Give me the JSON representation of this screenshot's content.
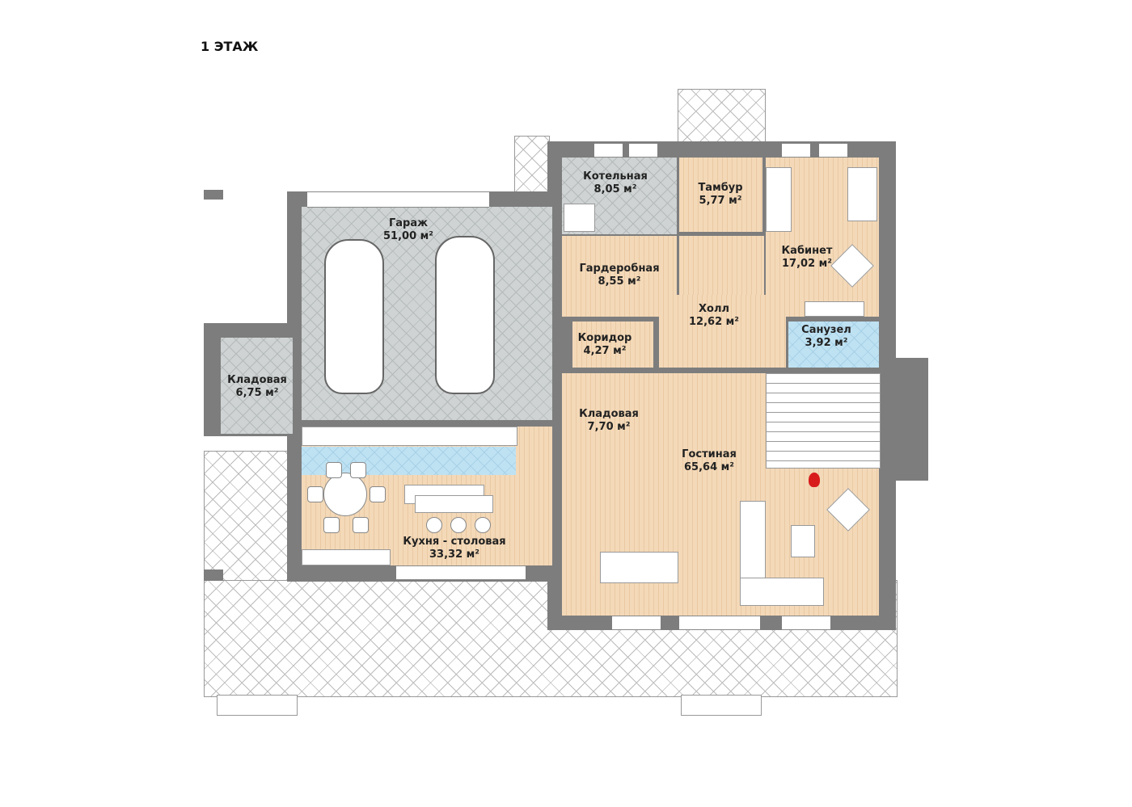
{
  "title": "1 ЭТАЖ",
  "rooms": [
    {
      "name": "Котельная",
      "area": "8,05 м²"
    },
    {
      "name": "Тамбур",
      "area": "5,77 м²"
    },
    {
      "name": "Гараж",
      "area": "51,00 м²"
    },
    {
      "name": "Гардеробная",
      "area": "8,55 м²"
    },
    {
      "name": "Кабинет",
      "area": "17,02 м²"
    },
    {
      "name": "Холл",
      "area": "12,62 м²"
    },
    {
      "name": "Коридор",
      "area": "4,27 м²"
    },
    {
      "name": "Санузел",
      "area": "3,92 м²"
    },
    {
      "name": "Кладовая",
      "area": "6,75 м²"
    },
    {
      "name": "Кладовая",
      "area": "7,70 м²"
    },
    {
      "name": "Гостиная",
      "area": "65,64 м²"
    },
    {
      "name": "Кухня - столовая",
      "area": "33,32 м²"
    }
  ],
  "colors": {
    "wall": "#7d7d7d",
    "wood": "#f4d9b8",
    "tile": "#cfd3d3",
    "wet": "#bfe2f3"
  }
}
